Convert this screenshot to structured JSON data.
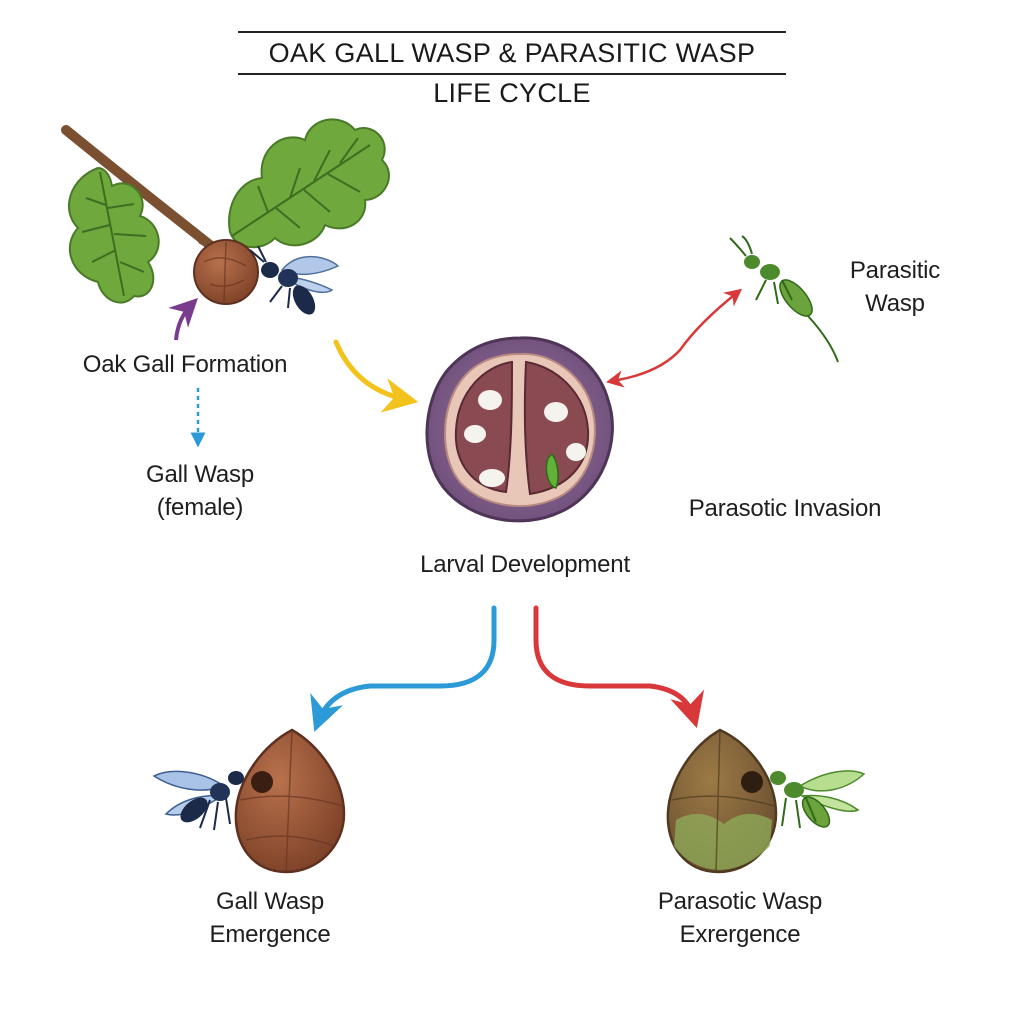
{
  "title": "OAK GALL WASP & PARASITIC WASP LIFE CYCLE",
  "labels": {
    "oak_gall_formation": "Oak Gall Formation",
    "gall_wasp_line1": "Gall Wasp",
    "gall_wasp_line2": "(female)",
    "parasitic_wasp_line1": "Parasitic",
    "parasitic_wasp_line2": "Wasp",
    "parasitic_invasion": "Parasotic Invasion",
    "larval_development": "Larval Development",
    "gall_emergence_line1": "Gall Wasp",
    "gall_emergence_line2": "Emergence",
    "parasitic_emergence_line1": "Parasotic Wasp",
    "parasitic_emergence_line2": "Exrergence"
  },
  "colors": {
    "leaf": "#6fa83c",
    "leaf_vein": "#3f6d22",
    "branch": "#7a5030",
    "gall_brown": "#9a5a3a",
    "gall_purple": "#7b5a86",
    "arrow_yellow": "#f2c21d",
    "arrow_blue": "#2b9ad6",
    "arrow_red": "#d8383a",
    "arrow_purple": "#7a3b8f",
    "wasp_dark": "#1c2a4a",
    "wasp_green": "#4c8a2c"
  }
}
